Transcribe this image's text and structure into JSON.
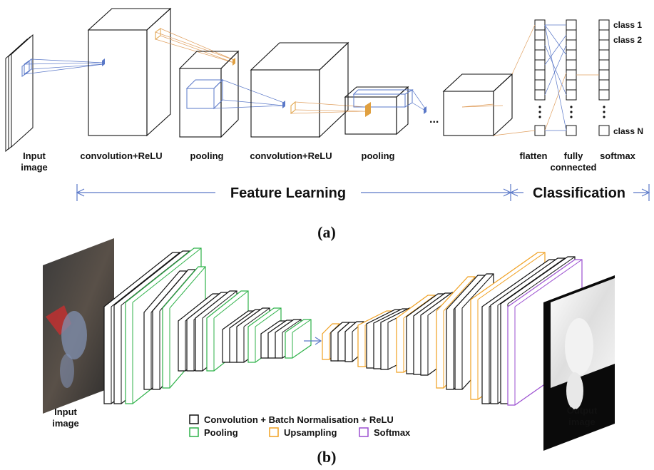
{
  "panel_a": {
    "caption": "(a)",
    "labels": {
      "input_line1": "Input",
      "input_line2": "image",
      "conv1": "convolution+ReLU",
      "pool1": "pooling",
      "conv2": "convolution+ReLU",
      "pool2": "pooling",
      "ellipsis": "...",
      "flatten": "flatten",
      "fully_line1": "fully",
      "fully_line2": "connected",
      "softmax": "softmax",
      "class1": "class 1",
      "class2": "class 2",
      "classN": "class N"
    },
    "sections": {
      "feature_learning": "Feature Learning",
      "classification": "Classification"
    }
  },
  "panel_b": {
    "caption": "(b)",
    "input_line1": "Input",
    "input_line2": "image",
    "output_line1": "Output",
    "output_line2": "image",
    "legend": [
      {
        "label": "Convolution + Batch Normalisation + ReLU",
        "color": "#111111"
      },
      {
        "label": "Pooling",
        "color": "#2fb24a"
      },
      {
        "label": "Upsampling",
        "color": "#f0a020"
      },
      {
        "label": "Softmax",
        "color": "#9b4fd0"
      }
    ]
  },
  "colors": {
    "conv": "#111111",
    "pool": "#2fb24a",
    "upsample": "#f0a020",
    "softmax": "#9b4fd0",
    "blue": "#5a78c8",
    "orange": "#e0a060"
  }
}
